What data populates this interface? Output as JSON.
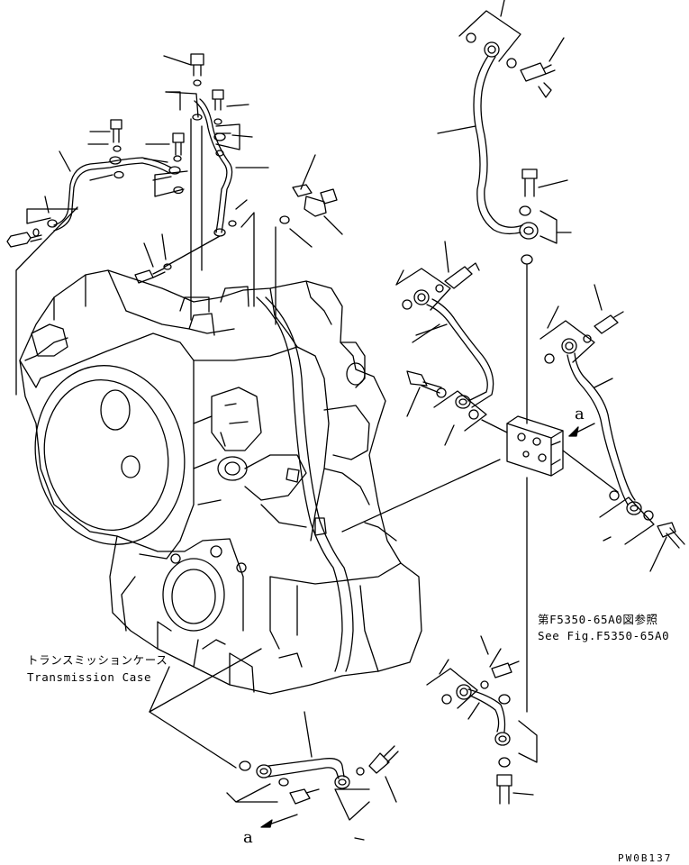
{
  "labels": {
    "transmission_case_jp": "トランスミッションケース",
    "transmission_case_en": "Transmission Case",
    "see_fig_jp": "第F5350-65A0図参照",
    "see_fig_en": "See Fig.F5350-65A0",
    "view_a_1": "a",
    "view_a_2": "a",
    "drawing_code": "PW0B137"
  }
}
